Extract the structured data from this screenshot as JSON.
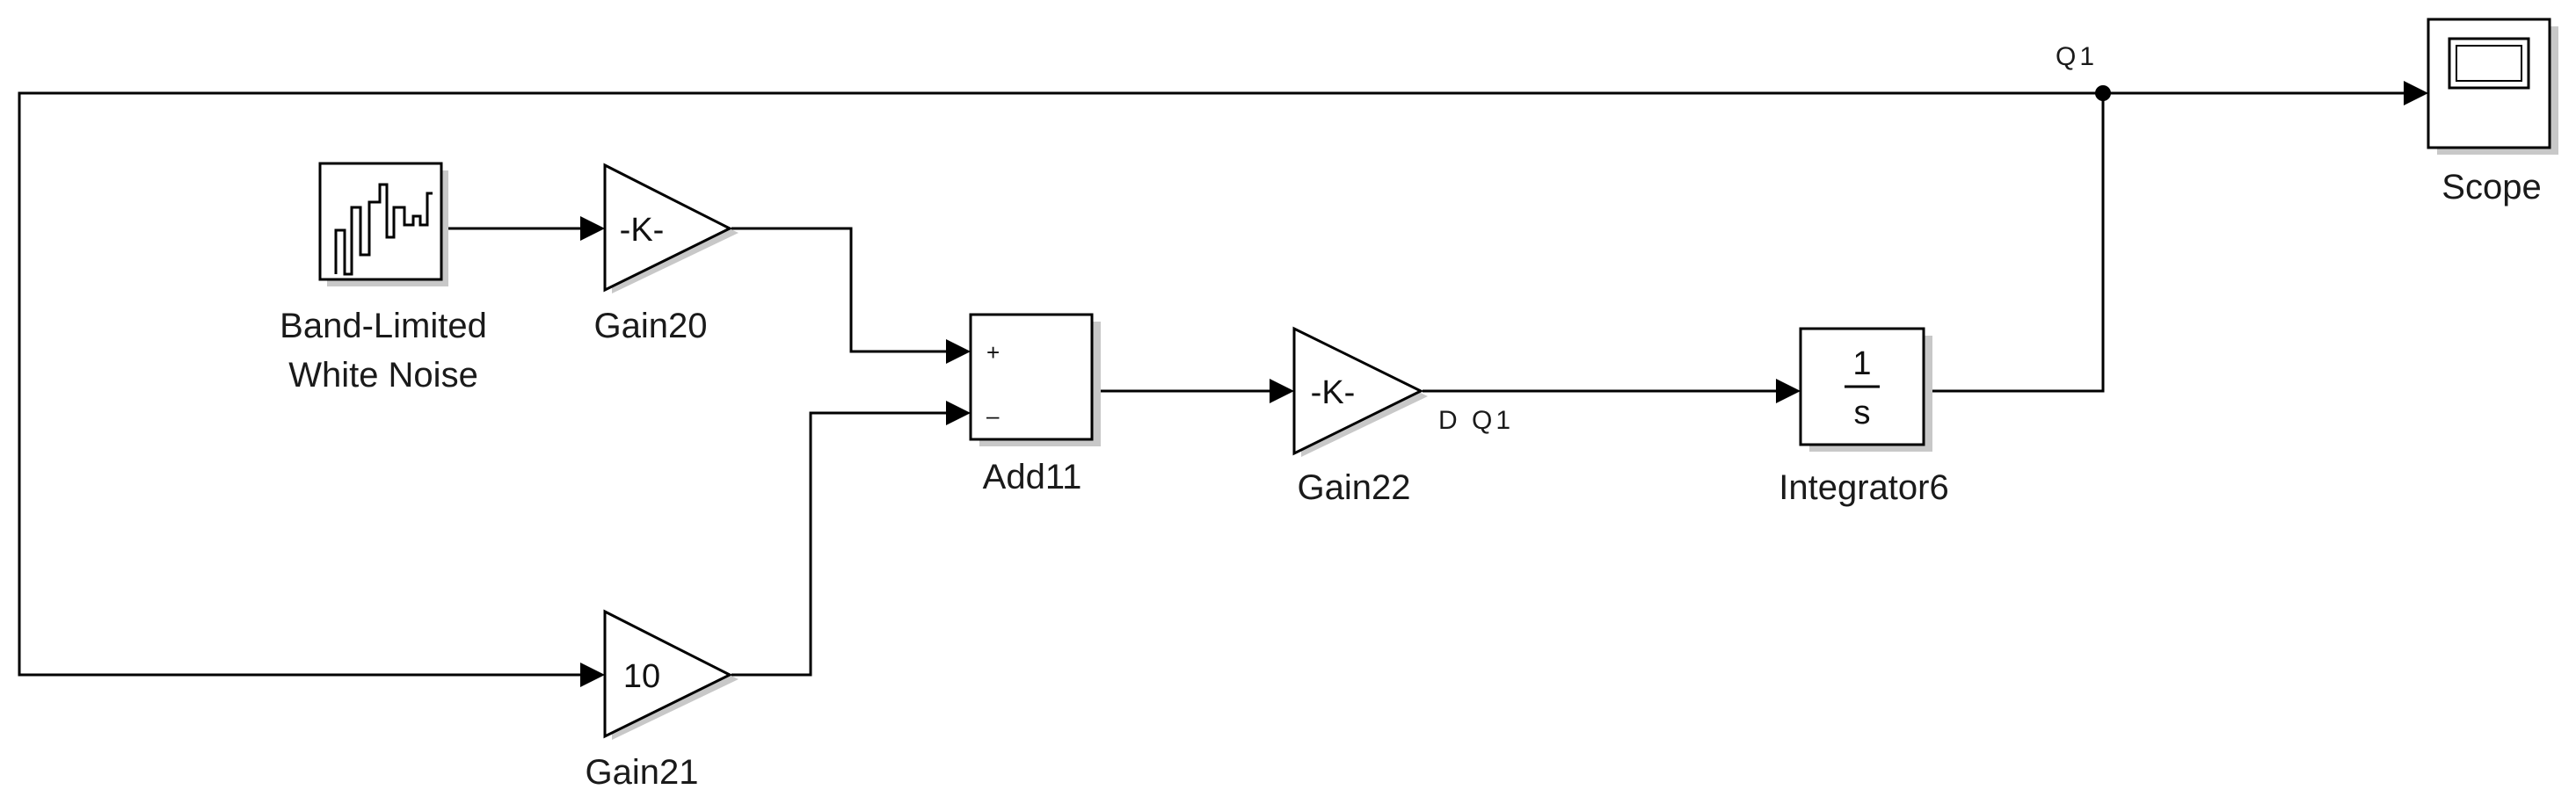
{
  "blocks": {
    "noise": {
      "label_line1": "Band-Limited",
      "label_line2": "White Noise",
      "icon": "noise-waveform-icon"
    },
    "gain20": {
      "label": "Gain20",
      "text": "-K-"
    },
    "gain21": {
      "label": "Gain21",
      "text": "10"
    },
    "add11": {
      "label": "Add11",
      "plus": "+",
      "minus": "–"
    },
    "gain22": {
      "label": "Gain22",
      "text": "-K-"
    },
    "integrator6": {
      "label": "Integrator6",
      "numerator": "1",
      "denominator": "s"
    },
    "scope": {
      "label": "Scope",
      "icon": "scope-screen-icon"
    }
  },
  "signals": {
    "q1": "Q1",
    "dq1": "D Q1"
  },
  "colors": {
    "line": "#000000",
    "shadow": "#c8c8c8",
    "background": "#ffffff"
  }
}
